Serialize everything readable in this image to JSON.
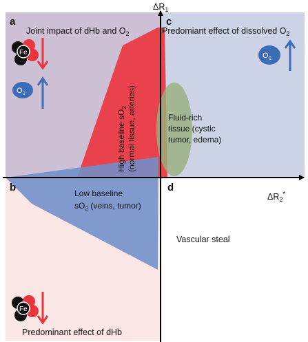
{
  "axes": {
    "y_label": "ΔR",
    "y_sub": "1",
    "x_label": "ΔR",
    "x_sub": "2",
    "x_sup": "*"
  },
  "quadrants": {
    "a": {
      "letter": "a",
      "title_pre": "Joint impact of dHb and O",
      "title_sub": "2"
    },
    "b": {
      "letter": "b",
      "title": "Predominant effect of dHb"
    },
    "c": {
      "letter": "c",
      "title_pre": "Predomiant effect of dissolved O",
      "title_sub": "2"
    },
    "d": {
      "letter": "d",
      "title": "Vascular steal"
    }
  },
  "regions": {
    "high": {
      "line1_pre": "High baseline sO",
      "line1_sub": "2",
      "line2": "(normal tissue, arteries)"
    },
    "low": {
      "line1": "Low baseline",
      "line2_pre": "sO",
      "line2_sub": "2",
      "line2_post": " (veins, tumor)"
    },
    "fluid": {
      "line1": "Fluid-rich",
      "line2": "tissue (cystic",
      "line3": "tumor, edema)"
    }
  },
  "icons": {
    "fe": "Fe",
    "o2_pre": "O",
    "o2_sub": "2"
  },
  "colors": {
    "quadrant_a": "#cdbfd4",
    "quadrant_b": "#fbe6e6",
    "quadrant_c": "#cdd3e6",
    "red_region": "#ea3b44",
    "blue_region": "#6f90c9",
    "green_region": "#97b07e",
    "arrow_red": "#e8353e",
    "arrow_blue": "#3d6cb6"
  }
}
